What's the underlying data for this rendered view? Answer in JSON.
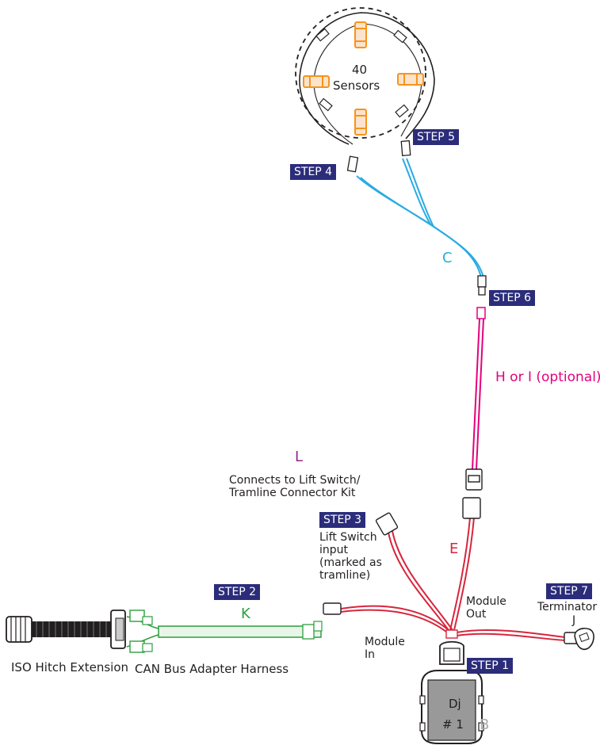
{
  "sensor_group": {
    "count": "40",
    "name": "Sensors"
  },
  "steps": {
    "s1": "STEP 1",
    "s2": "STEP 2",
    "s3": "STEP 3",
    "s4": "STEP 4",
    "s5": "STEP 5",
    "s6": "STEP 6",
    "s7": "STEP 7"
  },
  "letters": {
    "C": "C",
    "H": "H or I (optional)",
    "L": "L",
    "E": "E",
    "K": "K",
    "J": "J",
    "B": "B"
  },
  "labels": {
    "lift_connects": "Connects to Lift Switch/\nTramline Connector Kit",
    "lift_input": "Lift Switch\ninput\n(marked as\ntramline)",
    "module_out": "Module\nOut",
    "module_in": "Module\nIn",
    "terminator": "Terminator",
    "iso_hitch": "ISO Hitch Extension",
    "can_bus": "CAN Bus Adapter Harness",
    "module_name": "Dj",
    "module_num": "# 1"
  },
  "colors": {
    "step_bg": "#2b2c7a",
    "cyan": "#29abe2",
    "magenta": "#e4007c",
    "purple": "#92278f",
    "red": "#d7263d",
    "green": "#2e9e3e",
    "orange": "#f7941d",
    "gray_letter": "#a7a9ac",
    "module_body": "#999999"
  }
}
